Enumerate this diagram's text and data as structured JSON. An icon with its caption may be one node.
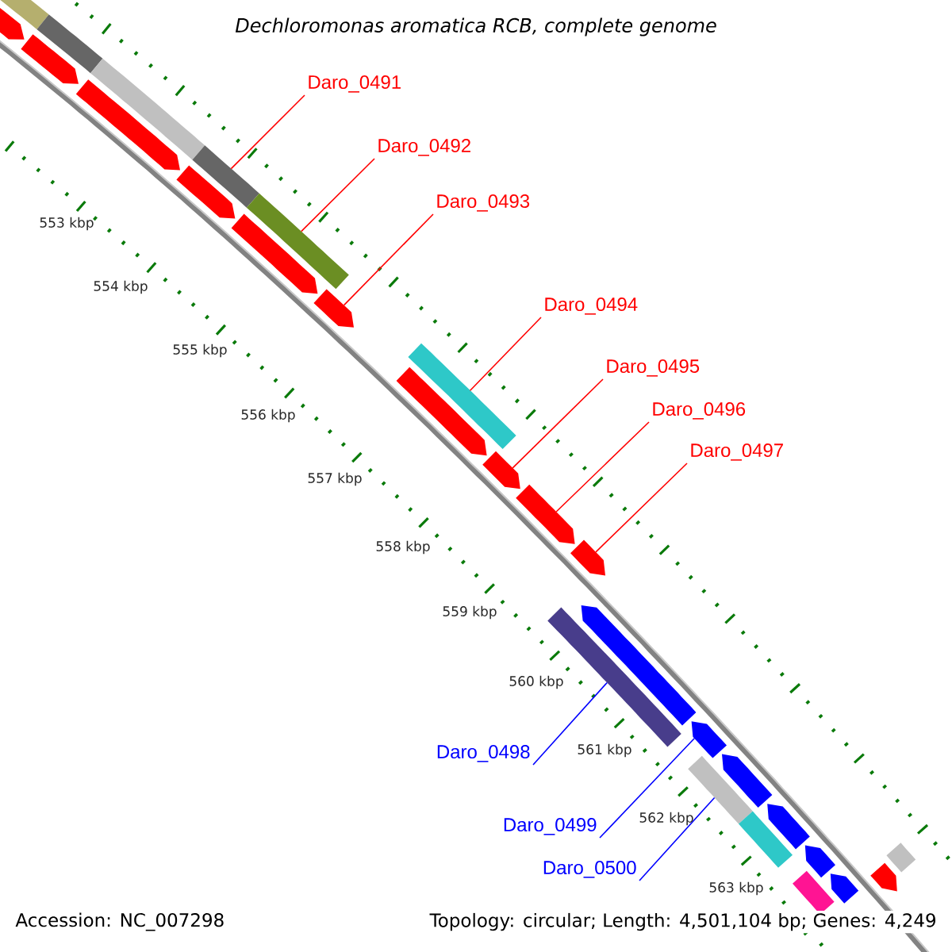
{
  "diagram": {
    "title": "Dechloromonas aromatica RCB, complete genome",
    "nodes": [
      {
        "text": [
          "Daro_0491"
        ]
      },
      {
        "text": [
          "Daro_0492"
        ]
      },
      {
        "text": [
          "Daro_0493"
        ]
      },
      {
        "text": [
          "Daro_0494"
        ]
      },
      {
        "text": [
          "Daro_0495"
        ]
      },
      {
        "text": [
          "Daro_0496"
        ]
      },
      {
        "text": [
          "Daro_0497"
        ]
      },
      {
        "text": [
          "Daro_0498"
        ]
      },
      {
        "text": [
          "Daro_0499"
        ]
      },
      {
        "text": [
          "Daro_0500"
        ]
      },
      {
        "text": [],
        "shape": "bar"
      },
      {
        "text": [],
        "shape": "arrow"
      },
      {
        "text": [],
        "shape": "bar"
      },
      {
        "text": [],
        "shape": "arrow"
      },
      {
        "text": [],
        "shape": "bar"
      },
      {
        "text": [],
        "shape": "arrow"
      },
      {
        "text": [],
        "shape": "bar"
      },
      {
        "text": [],
        "shape": "arrow"
      },
      {
        "text": [],
        "shape": "bar"
      },
      {
        "text": [],
        "shape": "arrow"
      },
      {
        "text": [],
        "shape": "arrow"
      },
      {
        "text": [],
        "shape": "bar"
      },
      {
        "text": [],
        "shape": "arrow"
      },
      {
        "text": [],
        "shape": "arrow"
      },
      {
        "text": [],
        "shape": "arrow"
      },
      {
        "text": [],
        "shape": "arrow"
      },
      {
        "text": [],
        "shape": "bar"
      },
      {
        "text": [],
        "shape": "arrow"
      },
      {
        "text": [],
        "shape": "arrow"
      },
      {
        "text": [],
        "shape": "bar"
      },
      {
        "text": [],
        "shape": "arrow"
      },
      {
        "text": [],
        "shape": "bar"
      },
      {
        "text": [],
        "shape": "arrow"
      },
      {
        "text": [],
        "shape": "arrow"
      },
      {
        "text": [],
        "shape": "bar"
      },
      {
        "text": [],
        "shape": "arrow"
      },
      {
        "text": [],
        "shape": "bar"
      },
      {
        "text": [],
        "shape": "arrow"
      }
    ],
    "edges": [
      {
        "from": 0,
        "to": 16,
        "arrow": "none"
      },
      {
        "from": 1,
        "to": 18,
        "arrow": "none"
      },
      {
        "from": 2,
        "to": 20,
        "arrow": "none"
      },
      {
        "from": 3,
        "to": 21,
        "arrow": "none"
      },
      {
        "from": 4,
        "to": 23,
        "arrow": "none"
      },
      {
        "from": 5,
        "to": 24,
        "arrow": "none"
      },
      {
        "from": 6,
        "to": 25,
        "arrow": "none"
      },
      {
        "from": 7,
        "to": 26,
        "arrow": "none",
        "color": "#0000ff"
      },
      {
        "from": 8,
        "to": 28,
        "arrow": "none",
        "color": "#0000ff"
      },
      {
        "from": 9,
        "to": 29,
        "arrow": "none",
        "color": "#0000ff"
      }
    ],
    "labels": [
      "553 kbp",
      "554 kbp",
      "555 kbp",
      "556 kbp",
      "557 kbp",
      "558 kbp",
      "559 kbp",
      "560 kbp",
      "561 kbp",
      "562 kbp",
      "563 kbp",
      "Accession: NC_007298",
      "Topology: circular; Length: 4,501,104 bp; Genes: 4,249"
    ]
  }
}
